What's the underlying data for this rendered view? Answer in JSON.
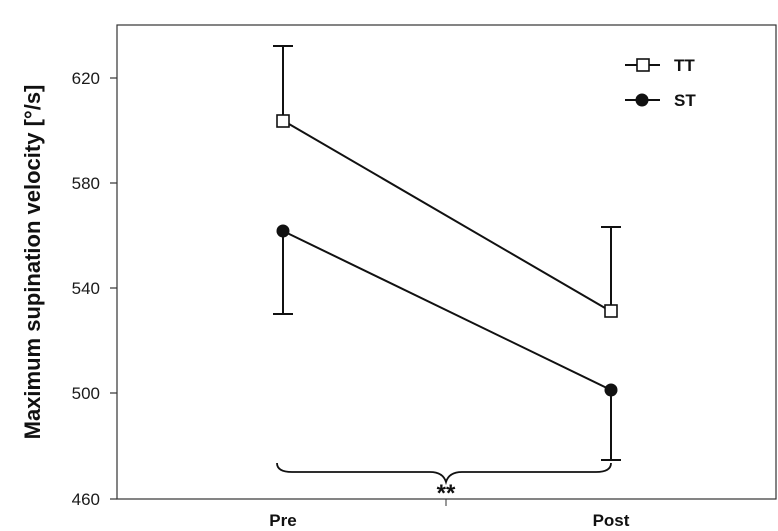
{
  "chart_data": {
    "type": "line",
    "title": "",
    "xlabel": "",
    "ylabel": "Maximum supination velocity [°/s]",
    "categories": [
      "Pre",
      "Post"
    ],
    "ylim": [
      460,
      640
    ],
    "yticks": [
      460,
      500,
      540,
      580,
      620
    ],
    "grid": false,
    "legend_position": "top-right",
    "series": [
      {
        "name": "TT",
        "marker": "open-square",
        "values": [
          603.5,
          531.5
        ],
        "error_upper": [
          632,
          563
        ],
        "error_direction": "up"
      },
      {
        "name": "ST",
        "marker": "filled-circle",
        "values": [
          562,
          501.5
        ],
        "error_lower": [
          530,
          475
        ],
        "error_direction": "down"
      }
    ],
    "annotations": [
      {
        "text": "**",
        "type": "brace",
        "spans": [
          "Pre",
          "Post"
        ],
        "meaning": "significant Pre vs Post difference"
      }
    ]
  },
  "axis": {
    "y_title": "Maximum supination velocity [°/s]",
    "y_ticks": [
      "620",
      "580",
      "540",
      "500",
      "460"
    ],
    "x_labels": [
      "Pre",
      "Post"
    ]
  },
  "legend": {
    "items": [
      {
        "label": "TT"
      },
      {
        "label": "ST"
      }
    ]
  },
  "annotation": {
    "text": "**"
  },
  "colors": {
    "line": "#111111",
    "frame": "#333333",
    "background": "#ffffff"
  }
}
